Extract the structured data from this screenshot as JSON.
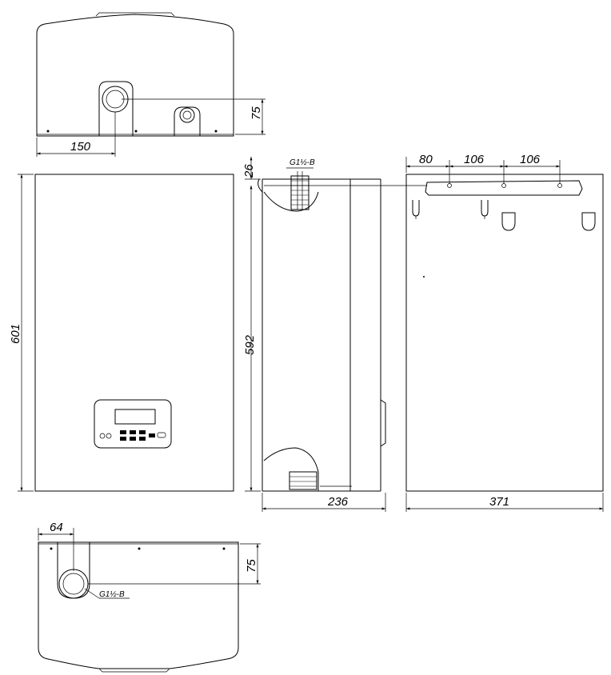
{
  "dimensions": {
    "top_x": "150",
    "top_y": "75",
    "front_height": "601",
    "side_top": "26",
    "side_height": "592",
    "side_depth": "236",
    "rear_a": "80",
    "rear_b": "106",
    "rear_c": "106",
    "rear_width": "371",
    "bottom_x": "64",
    "bottom_y": "75"
  },
  "connections": {
    "side_thread": "G1½-B",
    "bottom_thread": "G1½-B"
  },
  "colors": {
    "line": "#000000",
    "background": "#ffffff"
  }
}
